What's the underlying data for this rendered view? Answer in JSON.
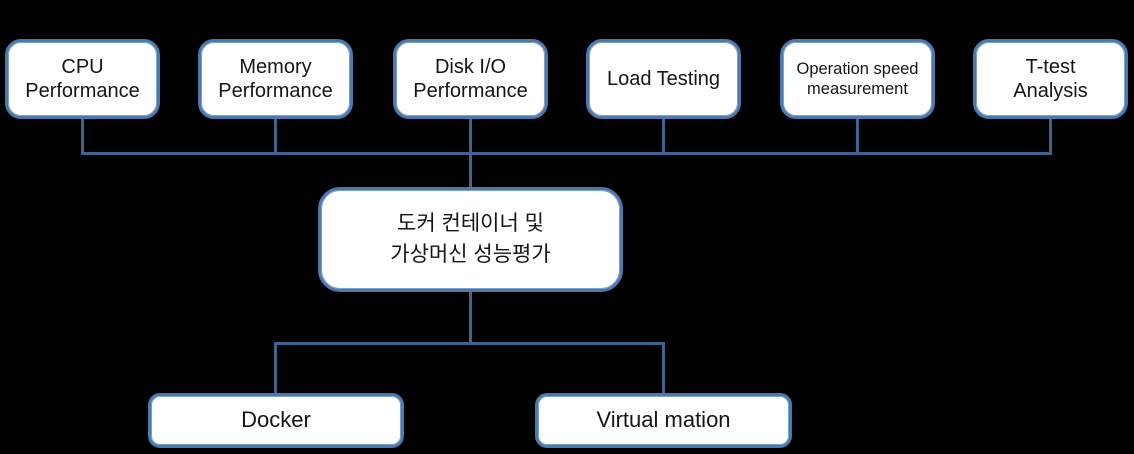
{
  "diagram": {
    "title_meaning": "Docker container and virtual machine performance evaluation diagram",
    "top_nodes": [
      {
        "label": "CPU\nPerformance"
      },
      {
        "label": "Memory\nPerformance"
      },
      {
        "label": "Disk I/O\nPerformance"
      },
      {
        "label": "Load Testing"
      },
      {
        "label": "Operation speed\nmeasurement"
      },
      {
        "label": "T-test\nAnalysis"
      }
    ],
    "center_node": {
      "label": "도커 컨테이너 및\n가상머신 성능평가"
    },
    "bottom_nodes": [
      {
        "label": "Docker"
      },
      {
        "label": "Virtual mation"
      }
    ],
    "colors": {
      "background": "#000000",
      "connector": "#3d6591",
      "node_border": "#4b79ae",
      "node_fill": "#ffffff",
      "text": "#151515"
    }
  }
}
